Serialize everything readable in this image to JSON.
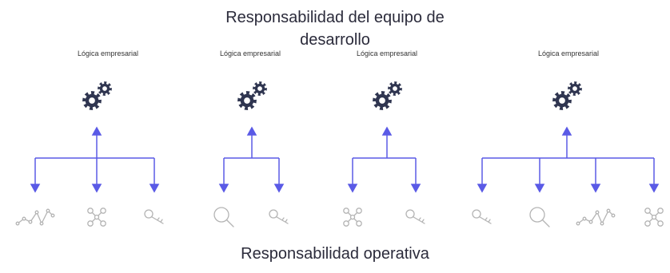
{
  "top_title": "Responsabilidad del equipo de desarrollo",
  "bottom_title": "Responsabilidad operativa",
  "colors": {
    "connector": "#5a5ae6",
    "gear": "#2f3550",
    "icon": "#b4b4b4",
    "text": "#2b2b3b"
  },
  "groups": [
    {
      "label": "Lógica empresarial",
      "icons": [
        "trend-line-icon",
        "network-icon",
        "key-icon"
      ]
    },
    {
      "label": "Lógica empresarial",
      "icons": [
        "magnifier-icon",
        "key-icon"
      ]
    },
    {
      "label": "Lógica empresarial",
      "icons": [
        "network-icon",
        "key-icon"
      ]
    },
    {
      "label": "Lógica empresarial",
      "icons": [
        "key-icon",
        "magnifier-icon",
        "trend-line-icon",
        "network-icon"
      ]
    }
  ]
}
